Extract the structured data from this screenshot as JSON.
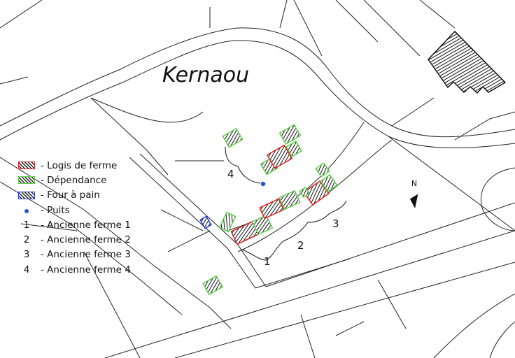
{
  "place_name": "Kernaou",
  "north_label": "N",
  "colors": {
    "logis": "#e02020",
    "dependance": "#5ed04a",
    "four": "#2a3fd0",
    "puits": "#2a50e8"
  },
  "legend": [
    {
      "type": "logis",
      "label": "- Logis de ferme"
    },
    {
      "type": "dependance",
      "label": "- Dépendance"
    },
    {
      "type": "four",
      "label": "- Four à pain"
    },
    {
      "type": "puits",
      "label": "- Puits"
    },
    {
      "symbol": "1",
      "label": "- Ancienne ferme 1"
    },
    {
      "symbol": "2",
      "label": "- Ancienne ferme 2"
    },
    {
      "symbol": "3",
      "label": "- Ancienne ferme 3"
    },
    {
      "symbol": "4",
      "label": "- Ancienne ferme 4"
    }
  ],
  "farm_labels": [
    "1",
    "2",
    "3",
    "4"
  ]
}
